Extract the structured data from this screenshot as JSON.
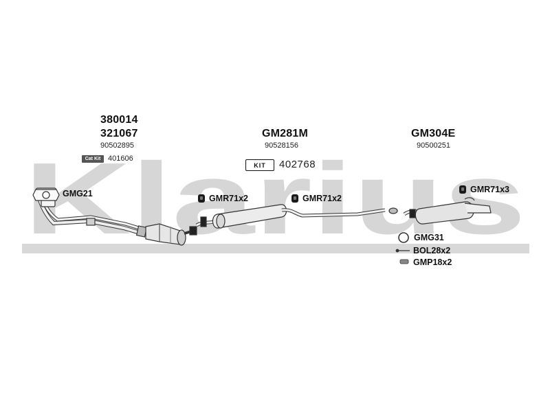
{
  "watermark": {
    "text": "Klarius",
    "color": "#d6d6d6"
  },
  "groups": {
    "front": {
      "code1": "380014",
      "code2": "321067",
      "part_no": "90502895",
      "catkit_label": "Cat Kit",
      "catkit_no": "401606"
    },
    "middle": {
      "code": "GM281M",
      "part_no": "90528156",
      "kit_label": "KIT",
      "kit_no": "402768"
    },
    "rear": {
      "code": "GM304E",
      "part_no": "90500251"
    }
  },
  "fittings": {
    "gmg21": "GMG21",
    "gmr71_a": "GMR71x2",
    "gmr71_b": "GMR71x2",
    "gmr71_c": "GMR71x3",
    "gmg31": "GMG31",
    "bol28": "BOL28x2",
    "gmp18": "GMP18x2"
  },
  "colors": {
    "line": "#333333",
    "fill": "#e9e9e9",
    "dark": "#1a1a1a"
  }
}
